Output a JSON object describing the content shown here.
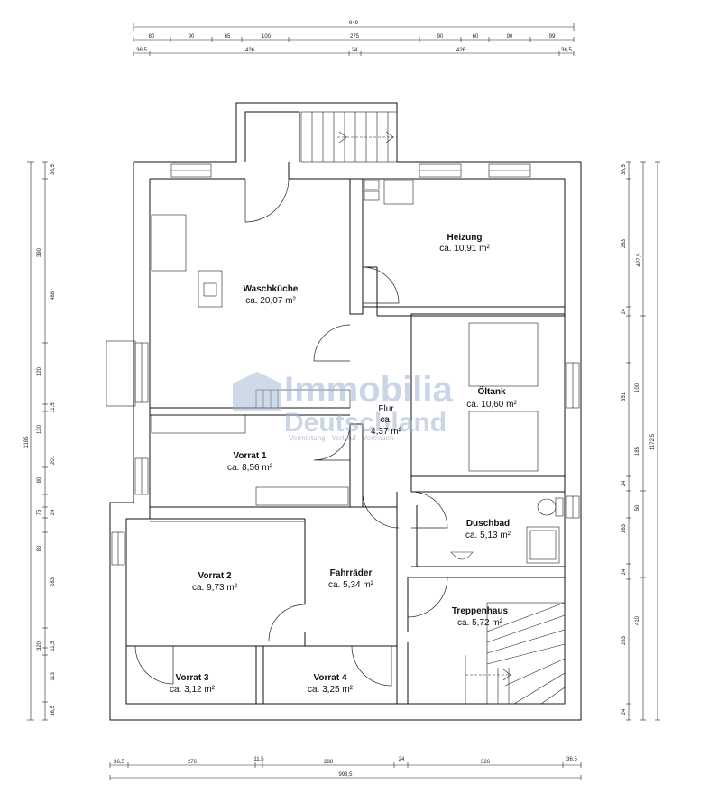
{
  "rooms": {
    "waschkueche": {
      "name": "Waschküche",
      "area": "ca. 20,07 m²"
    },
    "heizung": {
      "name": "Heizung",
      "area": "ca. 10,91 m²"
    },
    "oeltank": {
      "name": "Öltank",
      "area": "ca. 10,60 m²"
    },
    "flur": {
      "name": "Flur",
      "area_line1": "ca.",
      "area_line2": "4,37 m²"
    },
    "vorrat1": {
      "name": "Vorrat 1",
      "area": "ca. 8,56 m²"
    },
    "duschbad": {
      "name": "Duschbad",
      "area": "ca. 5,13 m²"
    },
    "vorrat2": {
      "name": "Vorrat 2",
      "area": "ca. 9,73 m²"
    },
    "fahrraeder": {
      "name": "Fahrräder",
      "area": "ca. 5,34 m²"
    },
    "treppenhaus": {
      "name": "Treppenhaus",
      "area": "ca. 5,72 m²"
    },
    "vorrat3": {
      "name": "Vorrat 3",
      "area": "ca. 3,12 m²"
    },
    "vorrat4": {
      "name": "Vorrat 4",
      "area": "ca. 3,25 m²"
    }
  },
  "dimensions": {
    "top_total": "949",
    "top_row1": [
      "80",
      "90",
      "65",
      "100",
      "275",
      "90",
      "60",
      "90",
      "99"
    ],
    "top_row2": [
      "36,5",
      "426",
      "24",
      "426",
      "36,5"
    ],
    "bottom_row1": [
      "36,5",
      "276",
      "11,5",
      "288",
      "24",
      "326",
      "36,5"
    ],
    "bottom_total": "998,5",
    "left_total": "1185",
    "left_col": [
      "36,5",
      "390",
      "488",
      "120",
      "11,5",
      "120",
      "201",
      "80",
      "75",
      "24",
      "80",
      "283",
      "320",
      "11,5",
      "113",
      "36,5"
    ],
    "right_col1": [
      "36,5",
      "283",
      "24",
      "100",
      "185",
      "24",
      "50",
      "163",
      "24",
      "283",
      "24"
    ],
    "right_col2": [
      "427,5",
      "351",
      "1172,5",
      "410"
    ]
  },
  "watermark": {
    "line1": "Immobilia",
    "line2": "Deutschland",
    "tagline": "Vermietung · Verkauf · Vertrauen."
  }
}
